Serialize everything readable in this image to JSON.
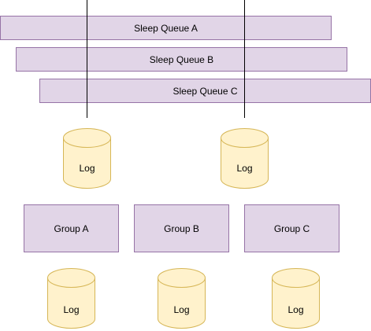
{
  "colors": {
    "queue_fill": "#e1d5e7",
    "queue_stroke": "#9673a6",
    "group_fill": "#e1d5e7",
    "group_stroke": "#9673a6",
    "log_fill": "#fff2cc",
    "log_stroke": "#d6b656",
    "line": "#000000"
  },
  "queues": [
    {
      "label": "Sleep Queue A"
    },
    {
      "label": "Sleep Queue B"
    },
    {
      "label": "Sleep Queue C"
    }
  ],
  "top_logs": [
    {
      "label": "Log"
    },
    {
      "label": "Log"
    }
  ],
  "groups": [
    {
      "label": "Group A"
    },
    {
      "label": "Group B"
    },
    {
      "label": "Group C"
    }
  ],
  "group_logs": [
    {
      "label": "Log"
    },
    {
      "label": "Log"
    },
    {
      "label": "Log"
    }
  ]
}
